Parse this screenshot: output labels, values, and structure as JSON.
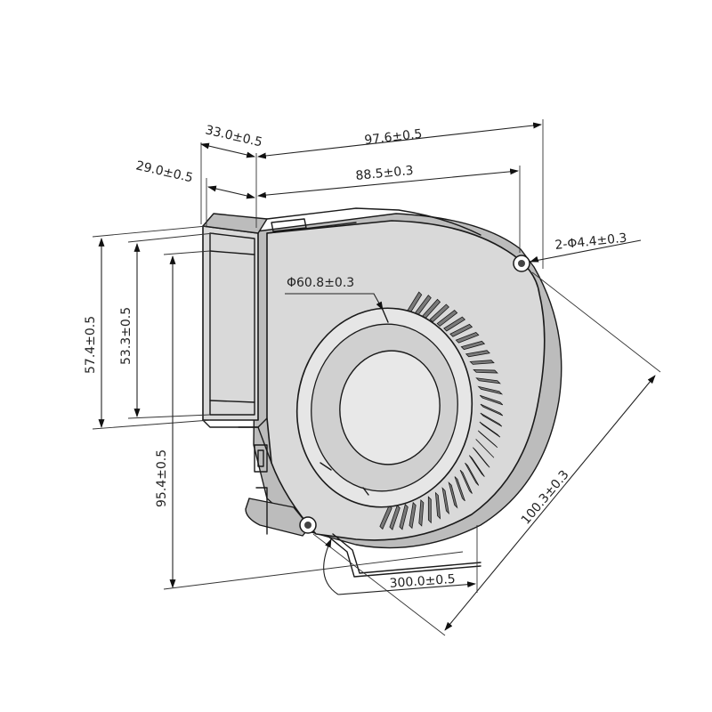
{
  "dimensions": {
    "outlet_depth_outer": "33.0±0.5",
    "outlet_depth_inner": "29.0±0.5",
    "overall_length": "97.6±0.5",
    "hole_span": "88.5±0.3",
    "mount_holes": "2-Φ4.4±0.3",
    "inlet_diameter": "Φ60.8±0.3",
    "outlet_height_outer": "57.4±0.5",
    "outlet_height_inner": "53.3±0.5",
    "overall_height": "95.4±0.5",
    "diagonal": "100.3±0.3",
    "lead_length": "300.0±0.5"
  },
  "colors": {
    "housing": "#d9d9d9",
    "housing_shadow": "#bcbcbc",
    "impeller": "#7a7a7a",
    "line": "#1a1a1a"
  }
}
